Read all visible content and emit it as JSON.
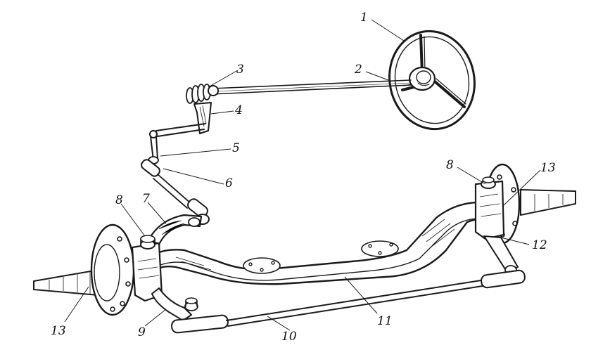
{
  "callouts": [
    {
      "number": "1",
      "part": "steering-wheel"
    },
    {
      "number": "2",
      "part": "steering-column-shaft"
    },
    {
      "number": "3",
      "part": "steering-gear-worm"
    },
    {
      "number": "4",
      "part": "steering-gear-sector"
    },
    {
      "number": "5",
      "part": "pitman-arm"
    },
    {
      "number": "6",
      "part": "drag-link"
    },
    {
      "number": "7",
      "part": "steering-knuckle-arm"
    },
    {
      "number": "8",
      "part": "king-pin"
    },
    {
      "number": "9",
      "part": "tie-rod-arm"
    },
    {
      "number": "10",
      "part": "tie-rod"
    },
    {
      "number": "11",
      "part": "front-axle-beam"
    },
    {
      "number": "12",
      "part": "tie-rod-arm-right"
    },
    {
      "number": "13",
      "part": "steering-knuckle-spindle"
    }
  ]
}
